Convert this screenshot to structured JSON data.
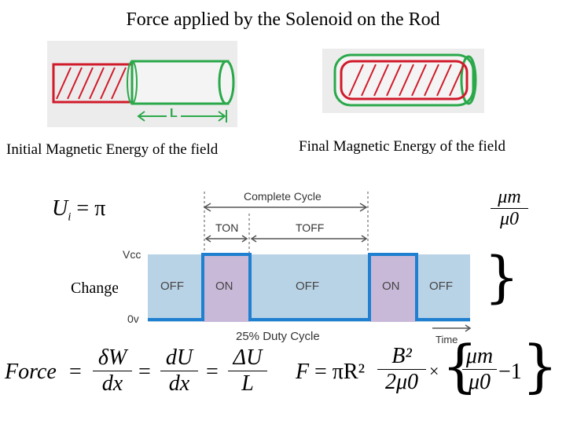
{
  "title": "Force applied by the Solenoid on the Rod",
  "captions": {
    "initial": "Initial Magnetic Energy of the field",
    "final": "Final Magnetic Energy of the field",
    "change": "Change"
  },
  "photos": {
    "initial_length_label": "L",
    "description_left": "red hatched rod partly inserted into green solenoid",
    "description_right": "red hatched rod fully inside solenoid"
  },
  "equations": {
    "ui_lhs": "U",
    "ui_sub": "i",
    "ui_eq": "= π",
    "b2_left": "B²",
    "b2_right": "B²",
    "times_mu": "×",
    "mu_m": "μm",
    "mu_0": "μ0",
    "minus_one": "-1",
    "force_word": "Force",
    "dW": "δW",
    "dU": "dU",
    "DeltaU": "ΔU",
    "dx": "dx",
    "L": "L",
    "F": "F",
    "piR2": "= πR²",
    "B2": "B²",
    "two_mu0": "2μ0",
    "times": "×",
    "minus1": "−1"
  },
  "duty_cycle": {
    "complete_cycle": "Complete Cycle",
    "t_on": "TON",
    "t_off": "TOFF",
    "vcc": "Vcc",
    "zero_v": "0v",
    "states": [
      "OFF",
      "ON",
      "OFF",
      "ON",
      "OFF"
    ],
    "duty_label": "25% Duty Cycle",
    "time_label": "Time",
    "duty_percent": 25,
    "colors": {
      "off_fill": "#b9d3e6",
      "on_fill": "#c9b9d9",
      "signal": "#1f7fd0"
    }
  }
}
